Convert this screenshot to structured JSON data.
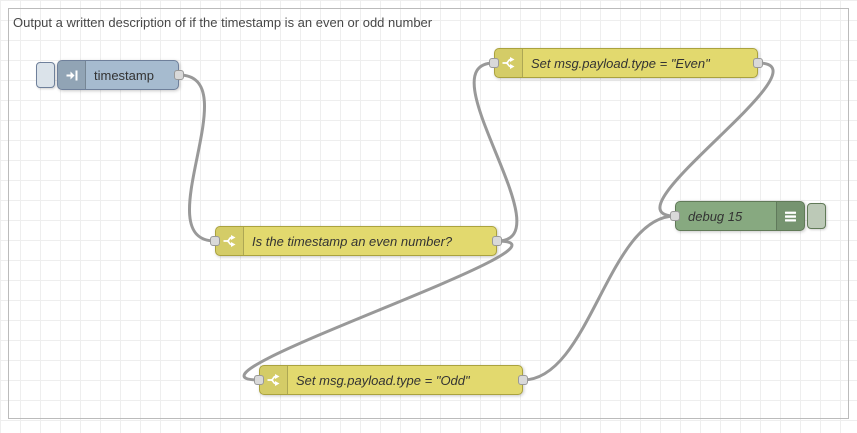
{
  "workspace": {
    "comment": "Output a written description of if the timestamp is an even or odd number"
  },
  "nodes": {
    "inject": {
      "label": "timestamp",
      "icon": "arrow-in-icon"
    },
    "switch": {
      "label": "Is the timestamp an even number?",
      "icon": "fork-icon"
    },
    "change_even": {
      "label": "Set msg.payload.type = \"Even\"",
      "icon": "fork-icon"
    },
    "change_odd": {
      "label": "Set msg.payload.type = \"Odd\"",
      "icon": "fork-icon"
    },
    "debug": {
      "label": "debug 15",
      "icon": "list-icon"
    }
  },
  "connections": [
    {
      "from": "timestamp",
      "to": "Is the timestamp an even number?"
    },
    {
      "from": "Is the timestamp an even number?",
      "to": "Set msg.payload.type = \"Even\""
    },
    {
      "from": "Is the timestamp an even number?",
      "to": "Set msg.payload.type = \"Odd\""
    },
    {
      "from": "Set msg.payload.type = \"Even\"",
      "to": "debug 15"
    },
    {
      "from": "Set msg.payload.type = \"Odd\"",
      "to": "debug 15"
    }
  ],
  "colors": {
    "grid": "#eeeeee",
    "canvas-border": "#bbbbbb",
    "wire": "#999999",
    "port-fill": "#d9d9d9",
    "port-border": "#999999",
    "inject-fill": "#a6bbcf",
    "inject-border": "#6f809b",
    "inject-button-fill": "#dbe3ea",
    "function-fill": "#e2d96e",
    "function-border": "#aaa23e",
    "debug-fill": "#87a980",
    "debug-border": "#617a58",
    "debug-button-fill": "#bcc9b7",
    "label": "#333333",
    "comment": "#474747"
  }
}
